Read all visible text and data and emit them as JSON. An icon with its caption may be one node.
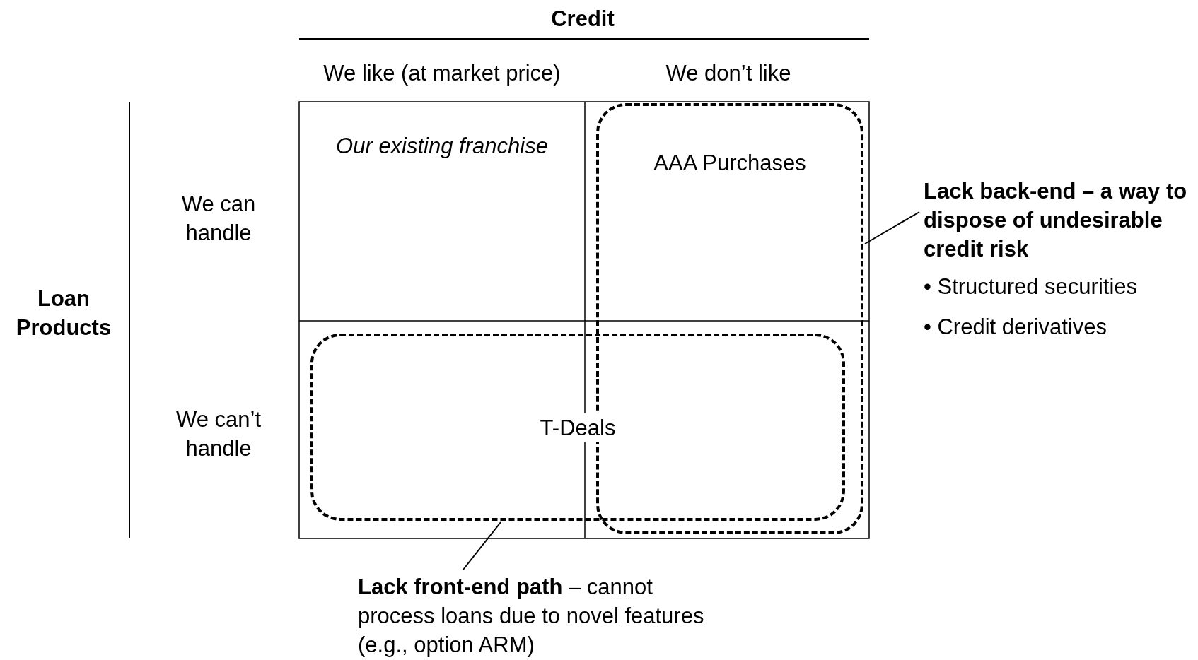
{
  "diagram": {
    "nodes": [
      {
        "text": [
          "Our existing franchise"
        ]
      },
      {
        "text": [
          "AAA Purchases"
        ]
      },
      {
        "text": [
          "T-Deals"
        ]
      },
      {
        "text": [
          "Lack back-end – a way to dispose of undesirable credit risk",
          "• Structured securities",
          "• Credit derivatives"
        ]
      },
      {
        "text": [
          "**Lack front-end path** – cannot process loans due to novel features (e.g., option ARM)"
        ]
      }
    ],
    "edges": [
      {
        "from": 3,
        "to": 1,
        "arrow": "none"
      },
      {
        "from": 4,
        "to": 2,
        "arrow": "none"
      }
    ],
    "labels": [
      "Credit",
      "We like (at market price)",
      "We don’t like",
      "We can handle",
      "Loan Products",
      "We can’t handle"
    ]
  }
}
